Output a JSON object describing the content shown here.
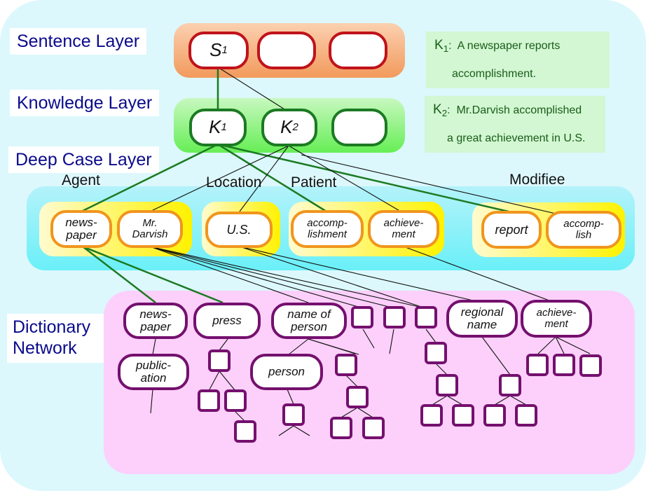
{
  "layers": {
    "sentence": "Sentence Layer",
    "knowledge": "Knowledge Layer",
    "deep_case": "Deep Case Layer",
    "dictionary_line1": "Dictionary",
    "dictionary_line2": "Network"
  },
  "sentence_nodes": [
    {
      "label": "S",
      "sub": "1"
    },
    {
      "label": "",
      "sub": ""
    },
    {
      "label": "",
      "sub": ""
    }
  ],
  "knowledge_nodes": [
    {
      "label": "K",
      "sub": "1"
    },
    {
      "label": "K",
      "sub": "2"
    },
    {
      "label": "",
      "sub": ""
    }
  ],
  "notes": [
    {
      "key": "K",
      "sub": "1",
      "line1": "A newspaper reports",
      "line2": "accomplishment."
    },
    {
      "key": "K",
      "sub": "2",
      "line1": "Mr.Darvish accomplished",
      "line2": "a great achievement in U.S."
    }
  ],
  "case_labels": {
    "agent": "Agent",
    "location": "Location",
    "patient": "Patient",
    "modifiee": "Modifiee"
  },
  "case_nodes": {
    "newspaper": "news-\npaper",
    "darvish": "Mr.\nDarvish",
    "us": "U.S.",
    "accomplishment": "accomp-\nlishment",
    "achievement": "achieve-\nment",
    "report": "report",
    "accomplish": "accomp-\nlish"
  },
  "dict_nodes": {
    "newspaper": "news-\npaper",
    "publication": "public-\nation",
    "press": "press",
    "name_of_person": "name of\nperson",
    "person": "person",
    "regional_name": "regional\nname",
    "achievement": "achieve-\nment"
  },
  "colors": {
    "sentence": "#c0121a",
    "knowledge": "#1c7a23",
    "deep_case": "#f0951e",
    "dictionary": "#74106e",
    "label_text": "#0a0a8c"
  }
}
